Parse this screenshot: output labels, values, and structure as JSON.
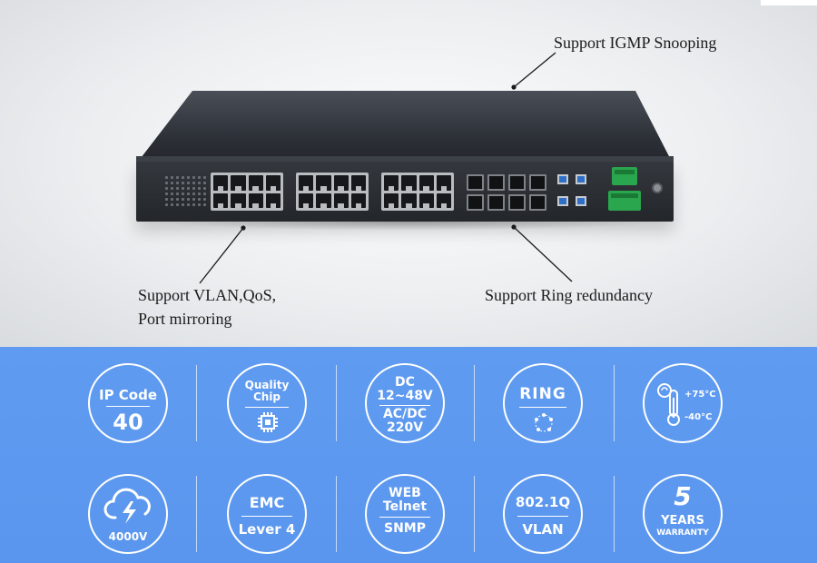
{
  "callouts": {
    "igmp": "Support IGMP Snooping",
    "vlan_line1": "Support VLAN,QoS,",
    "vlan_line2": "Port mirroring",
    "ring": "Support Ring redundancy"
  },
  "features": {
    "ip_code": {
      "label": "IP Code",
      "value": "40"
    },
    "quality_chip": {
      "line1": "Quality",
      "line2": "Chip",
      "icon": "chip-icon"
    },
    "power": {
      "line1": "DC",
      "line2": "12~48V",
      "line3": "AC/DC",
      "line4": "220V"
    },
    "ring": {
      "label": "RING",
      "icon": "ring-topology-icon"
    },
    "temperature": {
      "high": "+75°C",
      "low": "-40°C",
      "icon": "thermometer-icon"
    },
    "surge": {
      "value": "4000V",
      "icon": "lightning-cloud-icon"
    },
    "emc": {
      "line1": "EMC",
      "line2": "Lever 4"
    },
    "management": {
      "line1": "WEB",
      "line2": "Telnet",
      "line3": "SNMP"
    },
    "vlan": {
      "line1": "802.1Q",
      "line2": "VLAN"
    },
    "warranty": {
      "number": "5",
      "line1": "YEARS",
      "line2": "WARRANTY"
    }
  },
  "colors": {
    "band": "#5a96ee",
    "terminal_green": "#2aa64e",
    "sfp_blue": "#2e6fc8"
  }
}
